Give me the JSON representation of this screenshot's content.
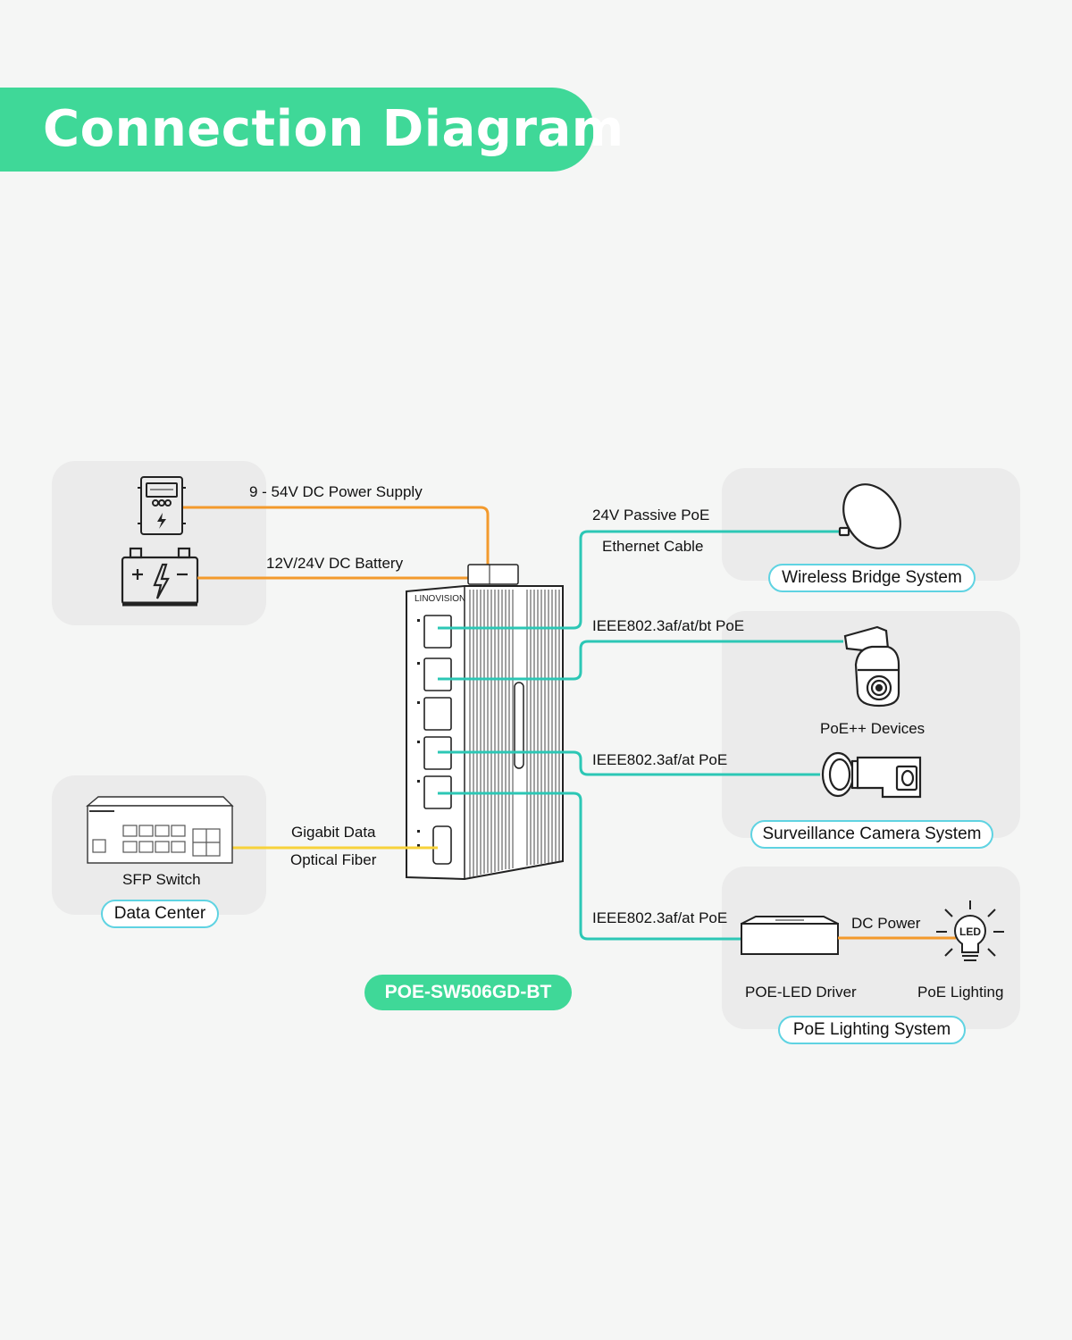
{
  "header": {
    "title": "Connection Diagram"
  },
  "switch": {
    "brand": "LINOVISION",
    "model": "POE-SW506GD-BT"
  },
  "power": {
    "supply_label": "9 - 54V DC Power Supply",
    "battery_label": "12V/24V DC Battery"
  },
  "data_center": {
    "device_label": "SFP Switch",
    "system_label": "Data Center",
    "link_label_1": "Gigabit Data",
    "link_label_2": "Optical Fiber"
  },
  "wireless": {
    "link_label_1": "24V Passive PoE",
    "link_label_2": "Ethernet Cable",
    "system_label": "Wireless Bridge System"
  },
  "surveillance": {
    "link_label_bt": "IEEE802.3af/at/bt PoE",
    "device_label": "PoE++ Devices",
    "link_label_at": "IEEE802.3af/at PoE",
    "system_label": "Surveillance Camera System"
  },
  "lighting": {
    "link_label": "IEEE802.3af/at PoE",
    "power_label": "DC Power",
    "led_text": "LED",
    "driver_label": "POE-LED Driver",
    "lighting_label": "PoE Lighting",
    "system_label": "PoE Lighting System"
  },
  "colors": {
    "banner": "#3fd898",
    "ethernet": "#2cc7b5",
    "power_line": "#f39a2c",
    "fiber": "#f7d23a",
    "pill_border": "#5fd3e2"
  }
}
